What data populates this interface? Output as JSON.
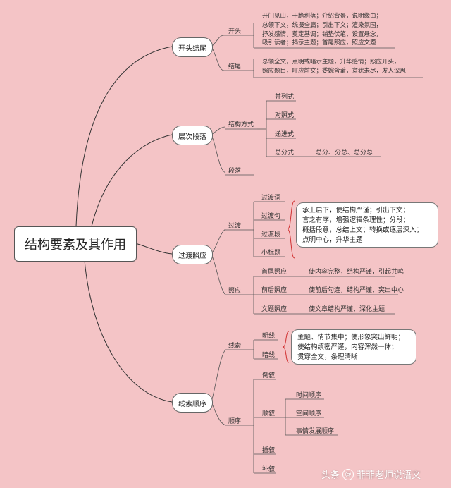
{
  "root": "结构要素及其作用",
  "b1": {
    "label": "开头结尾",
    "kaitou": {
      "label": "开头",
      "lines": [
        "开门见山，干脆利落；介绍背景，说明缘由；",
        "总领下文，统摄全篇；引出下文；渲染氛围，",
        "抒发感情，奠定基调；铺垫伏笔，设置悬念，",
        "吸引读者；揭示主题；首尾照应，照应文题"
      ]
    },
    "jiewei": {
      "label": "结尾",
      "lines": [
        "总领全文，点明或暗示主题，升华感情；照应开头，",
        "照应题目，呼应前文；委婉含蓄，意犹未尽，发人深思"
      ]
    }
  },
  "b2": {
    "label": "层次段落",
    "jiegou": {
      "label": "结构方式",
      "items": [
        "并列式",
        "对照式",
        "递进式",
        "总分式"
      ],
      "zongfen_detail": "总分、分总、总分总"
    },
    "duanluo": "段落"
  },
  "b3": {
    "label": "过渡照应",
    "guodu": {
      "label": "过渡",
      "items": [
        "过渡词",
        "过渡句",
        "过渡段",
        "小标题"
      ],
      "box": [
        "承上启下，使结构严谨；引出下文；",
        "言之有序，增强逻辑条理性；分段；",
        "概括段意，总结上文；转换或逐层深入；",
        "点明中心，升华主题"
      ]
    },
    "zhaoying": {
      "label": "照应",
      "items": [
        {
          "name": "首尾照应",
          "desc": "使内容完整，结构严谨，引起共鸣"
        },
        {
          "name": "前后照应",
          "desc": "使前后勾连，结构严谨，突出中心"
        },
        {
          "name": "文题照应",
          "desc": "使文章结构严谨，深化主题"
        }
      ]
    }
  },
  "b4": {
    "label": "线索顺序",
    "xiansuo": {
      "label": "线索",
      "items": [
        "明线",
        "暗线"
      ],
      "box": [
        "主题、情节集中；使形象突出鲜明；",
        "使结构缜密严谨，内容浑然一体；",
        "贯穿全文，条理清晰"
      ]
    },
    "shunxu": {
      "label": "顺序",
      "daoxu": "倒叙",
      "shunxu2": {
        "label": "顺叙",
        "items": [
          "时间顺序",
          "空间顺序",
          "事情发展顺序"
        ]
      },
      "chaxu": "插叙",
      "buxu": "补叙"
    }
  },
  "footer": {
    "brand": "头条",
    "at": "@",
    "author": "菲菲老师说语文"
  }
}
